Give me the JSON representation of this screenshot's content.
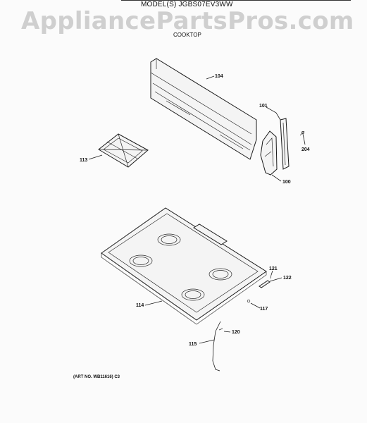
{
  "header": {
    "model_title": "MODEL(S) JGBS07EV3WW",
    "section_title": "COOKTOP"
  },
  "watermark": "AppliancePartsPros.com",
  "diagram": {
    "callouts": [
      "104",
      "101",
      "204",
      "113",
      "100",
      "121",
      "122",
      "114",
      "117",
      "120",
      "115"
    ]
  },
  "footer": {
    "art_number": "(ART NO. WB11616) C3"
  }
}
